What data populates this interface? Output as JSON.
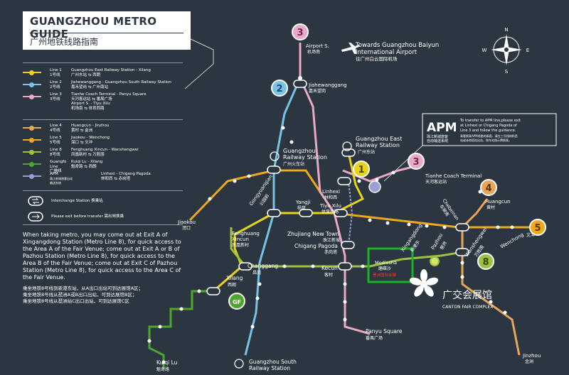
{
  "title": {
    "en": "GUANGZHOU METRO GUIDE",
    "zh": "广州地铁线路指南"
  },
  "colors": {
    "line1": "#e8d21a",
    "line2": "#7ac2e6",
    "line3": "#e9a9c7",
    "line4": "#e8a55c",
    "line5": "#f0a91b",
    "line8": "#9bc241",
    "guangfo": "#4fa62e",
    "apm": "#9aa0d6",
    "bg": "#2b3640"
  },
  "legend": [
    {
      "name": "Line 1",
      "name_zh": "1号线",
      "desc": "Guangzhou East Railway Station - Xilang",
      "desc_zh": "广州东站 ⇆ 西朗",
      "color": "#e8d21a"
    },
    {
      "name": "Line 2",
      "name_zh": "2号线",
      "desc": "Jiahewanggang - Guangzhou South Railway Station",
      "desc_zh": "嘉禾望岗 ⇆ 广州南站",
      "color": "#7ac2e6"
    },
    {
      "name": "Line 3",
      "name_zh": "3号线",
      "desc": "Tianhe Coach Terminal - Panyu Square",
      "desc_zh": "天河客运站 ⇆ 番禺广场",
      "desc2": "Airport S. - Tiyu Xilu",
      "desc2_zh": "机场南 ⇆ 体育西路",
      "color": "#e9a9c7"
    },
    {
      "name": "Line 4",
      "name_zh": "4号线",
      "desc": "Huangcun - Jinzhou",
      "desc_zh": "黄村 ⇆ 金洲",
      "color": "#e8a55c"
    },
    {
      "name": "Line 5",
      "name_zh": "5号线",
      "desc": "Jiaokou - Wenchong",
      "desc_zh": "滘口 ⇆ 文冲",
      "color": "#f0a91b"
    },
    {
      "name": "Line 8",
      "name_zh": "8号线",
      "desc": "Fenghuang Xincun - Wanshengwei",
      "desc_zh": "凤凰新村 ⇆ 万胜围",
      "color": "#9bc241"
    },
    {
      "name": "Guangfo Line",
      "name_zh": "广佛线",
      "desc": "Kuiqi Lu - Xilang",
      "desc_zh": "魁奇路 ⇆ 西朗",
      "color": "#4fa62e"
    },
    {
      "name": "APM",
      "name_zh": "珠江新城旅客自动输送系统",
      "desc": "Linhexi - Chigang Pagoda",
      "desc_zh": "林和西 ⇆ 赤岗塔",
      "color": "#9aa0d6"
    }
  ],
  "legend_extra": {
    "interchange": "Interchange Station 换乘站",
    "exit": "Please exit before transfer 需出闸换乘"
  },
  "notes": {
    "en": "When taking metro, you may come out at Exit A of Xingangdong Station (Metro Line 8), for quick access to the Area A of the Fair Venue; come out at Exit A or B of Pazhou Station (Metro Line 8), for quick access to the Area B of the Fair Venue; come out at Exit C of Pazhou Station (Metro Line 8), for quick access to the Area C of the Fair Venue.",
    "zh1": "乘坐地铁8号线到新港东站，从A出口出站可到达展馆A区；",
    "zh2": "乘坐地铁8号线从琶洲A或B出口出站，可到达展馆B区；",
    "zh3": "乘坐地铁8号线从琶洲站C出口出站，可到达展馆C区"
  },
  "compass": {
    "n": "N",
    "s": "S",
    "e": "E",
    "w": "W"
  },
  "airport": {
    "en1": "Towards Guangzhou Baiyun",
    "en2": "International Airport",
    "zh": "往广州白云国际机场"
  },
  "apm_box": {
    "title": "APM",
    "zh1": "珠江新城旅客",
    "zh2": "自动输送系统",
    "text1": "To transfer to APM line,please exit",
    "text2": "at Linhexi or Chigang Pagoda of",
    "text3": "Line 3 and follow the guidance.",
    "text4": "乘客换乘APM线路的乘客，请在三号线林和西",
    "text5": "站或赤岗塔站出站，按车站指示牌换乘。"
  },
  "stations": {
    "airport_s": {
      "en": "Airport S.",
      "zh": "机场南"
    },
    "jiahewanggang": {
      "en": "Jiahewanggang",
      "zh": "嘉禾望岗"
    },
    "gz_east": {
      "en1": "Guangzhou East",
      "en2": "Railway Station",
      "zh": "广州东站"
    },
    "tianhe_coach": {
      "en": "Tianhe Coach Terminal",
      "zh": "天河客运站"
    },
    "gz_station": {
      "en1": "Guangzhou",
      "en2": "Railway Station",
      "zh": "广州火车站"
    },
    "linhexi": {
      "en": "Linhexi",
      "zh": "林和西"
    },
    "gongyuanqian": {
      "en": "Gongyuanqian",
      "zh": "公园前"
    },
    "yangji": {
      "en": "Yangji",
      "zh": "杨箕"
    },
    "tiyu_xilu": {
      "en": "Tiyu Xilu",
      "zh": "体育西路"
    },
    "jiaokou": {
      "en": "Jiaokou",
      "zh": "滘口"
    },
    "huangcun": {
      "en": "Huangcun",
      "zh": "黄村"
    },
    "chebeinan": {
      "en": "Chebeinan",
      "zh": "车陂南"
    },
    "zhujiang": {
      "en": "Zhujiang New Town",
      "zh": "珠江新城"
    },
    "chigang": {
      "en": "Chigang Pagoda",
      "zh": "赤岗塔"
    },
    "fenghuang": {
      "en1": "Fenghuang",
      "en2": "Xincun",
      "zh": "凤凰新村"
    },
    "xingangdong": {
      "en": "Xingangdong",
      "zh": "新港东"
    },
    "pazhou": {
      "en": "Pazhou",
      "zh": "琶洲"
    },
    "wanshengwei": {
      "en": "Wanshengwei",
      "zh": "万胜围"
    },
    "wenchong": {
      "en": "Wenchong",
      "zh": "文冲"
    },
    "modiesha": {
      "en": "Modiesha",
      "zh": "磨碟沙",
      "zh2": "琶洲国际会展"
    },
    "changgang": {
      "en": "Changgang",
      "zh": "昌岗"
    },
    "kecun": {
      "en": "Kecun",
      "zh": "客村"
    },
    "xilang": {
      "en": "Xilang",
      "zh": "西朗"
    },
    "panyu": {
      "en": "Panyu Square",
      "zh": "番禺广场"
    },
    "kuiqi": {
      "en": "Kuiqi Lu",
      "zh": "魁奇路"
    },
    "gz_south": {
      "en1": "Guangzhou South",
      "en2": "Railway Station"
    },
    "jinzhou": {
      "en": "Jinzhou",
      "zh": "金洲"
    }
  },
  "badges": {
    "l1": "1",
    "l2": "2",
    "l3a": "3",
    "l3b": "3",
    "l4": "4",
    "l5": "5",
    "l8": "8",
    "gf": "GF"
  },
  "logo": {
    "zh": "广交会展馆",
    "en": "CANTON FAIR COMPLEX"
  }
}
